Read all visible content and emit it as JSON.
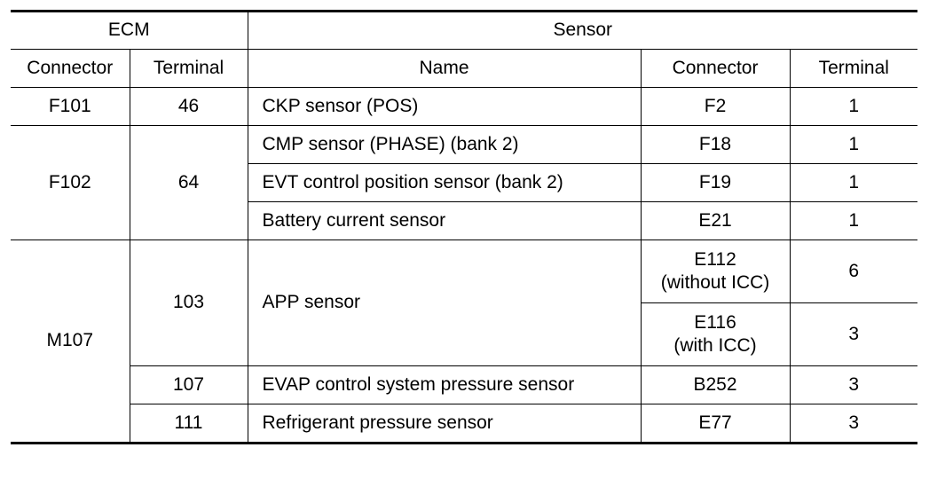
{
  "headers": {
    "group_ecm": "ECM",
    "group_sensor": "Sensor",
    "ecm_connector": "Connector",
    "ecm_terminal": "Terminal",
    "sensor_name": "Name",
    "sensor_connector": "Connector",
    "sensor_terminal": "Terminal"
  },
  "rows": [
    {
      "ecm_connector": "F101",
      "ecm_terminal": "46",
      "name": "CKP sensor (POS)",
      "sensor_connector": "F2",
      "sensor_terminal": "1"
    },
    {
      "ecm_connector": "F102",
      "ecm_terminal": "64",
      "name": "CMP sensor (PHASE) (bank 2)",
      "sensor_connector": "F18",
      "sensor_terminal": "1"
    },
    {
      "name": "EVT control position sensor (bank 2)",
      "sensor_connector": "F19",
      "sensor_terminal": "1"
    },
    {
      "name": "Battery current sensor",
      "sensor_connector": "E21",
      "sensor_terminal": "1"
    },
    {
      "ecm_connector": "M107",
      "ecm_terminal": "103",
      "name": "APP sensor",
      "sensor_connector_line1": "E112",
      "sensor_connector_line2": "(without ICC)",
      "sensor_terminal": "6"
    },
    {
      "sensor_connector_line1": "E116",
      "sensor_connector_line2": "(with ICC)",
      "sensor_terminal": "3"
    },
    {
      "ecm_terminal": "107",
      "name": "EVAP control system pressure sensor",
      "sensor_connector": "B252",
      "sensor_terminal": "3"
    },
    {
      "ecm_terminal": "111",
      "name": "Refrigerant pressure sensor",
      "sensor_connector": "E77",
      "sensor_terminal": "3"
    }
  ]
}
